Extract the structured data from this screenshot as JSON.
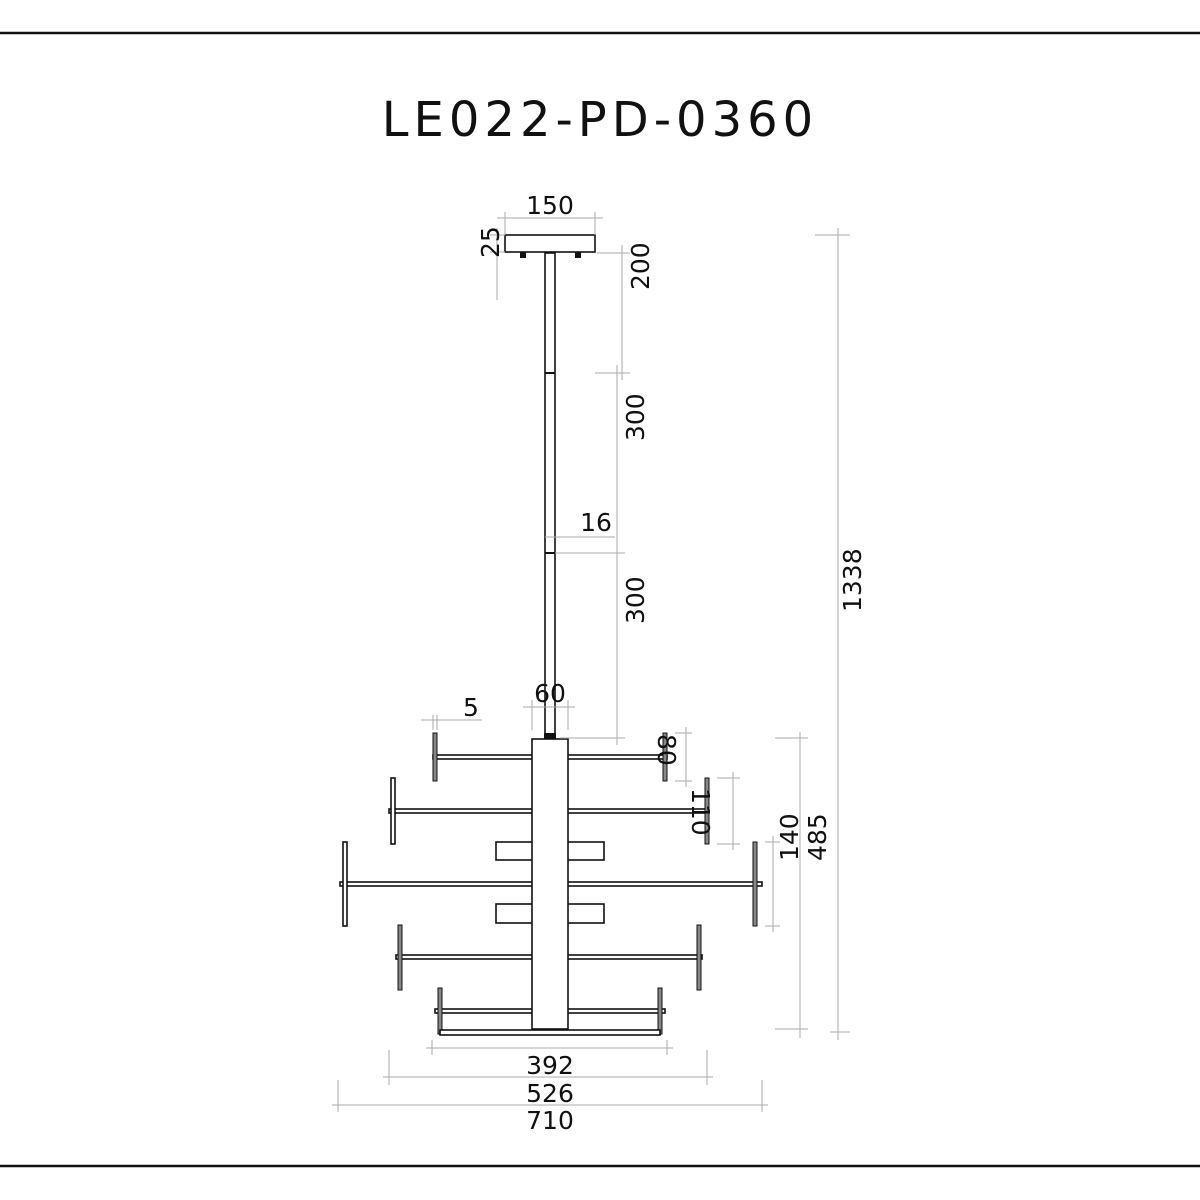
{
  "title": "LE022-PD-0360",
  "dimensions": {
    "canopy_width": "150",
    "canopy_height": "25",
    "rod_segment_1": "200",
    "rod_segment_2": "300",
    "rod_diameter": "16",
    "rod_segment_3": "300",
    "total_height": "1338",
    "body_width": "60",
    "arm_thickness": "5",
    "tier_spacing_1": "80",
    "tier_spacing_2": "110",
    "tier_spacing_3": "140",
    "body_height": "485",
    "width_small": "392",
    "width_medium": "526",
    "width_large": "710"
  },
  "colors": {
    "line": "#111111",
    "dimension_line": "#aaaaaa"
  }
}
